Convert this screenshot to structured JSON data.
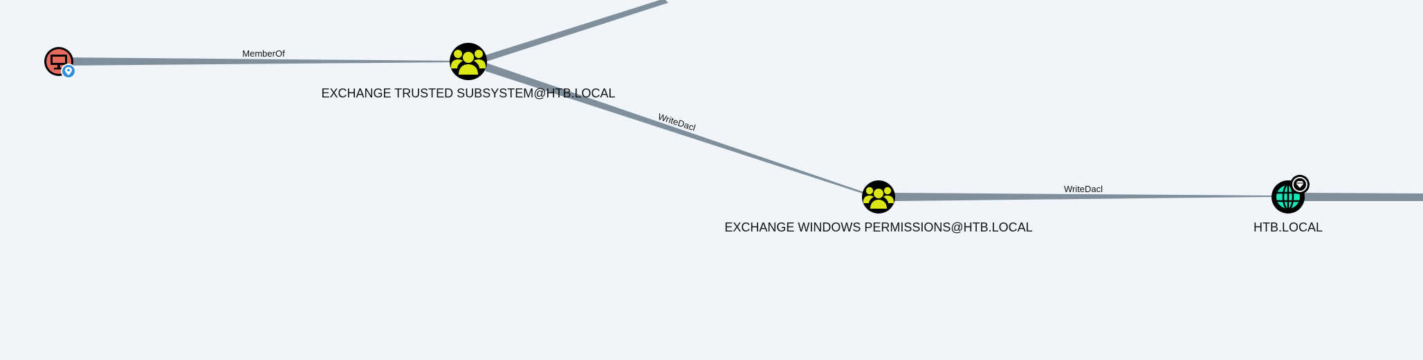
{
  "graph": {
    "nodes": [
      {
        "id": "computer",
        "kind": "computer",
        "label": "",
        "icon": "monitor-icon",
        "badge": "location-pin-icon"
      },
      {
        "id": "exchange-trusted",
        "kind": "group",
        "label": "EXCHANGE TRUSTED SUBSYSTEM@HTB.LOCAL",
        "icon": "users-icon"
      },
      {
        "id": "exchange-windows",
        "kind": "group",
        "label": "EXCHANGE WINDOWS PERMISSIONS@HTB.LOCAL",
        "icon": "users-icon"
      },
      {
        "id": "htb-local",
        "kind": "domain",
        "label": "HTB.LOCAL",
        "icon": "globe-icon",
        "badge": "gem-icon"
      }
    ],
    "edges": [
      {
        "from": "computer",
        "to": "exchange-trusted",
        "label": "MemberOf"
      },
      {
        "from": "exchange-trusted",
        "to": "exchange-windows",
        "label": "WriteDacl"
      },
      {
        "from": "exchange-windows",
        "to": "htb-local",
        "label": "WriteDacl"
      },
      {
        "from": "exchange-trusted",
        "to": "offscreen-top",
        "label": ""
      },
      {
        "from": "htb-local",
        "to": "offscreen-right",
        "label": ""
      }
    ]
  },
  "colors": {
    "background": "#f1f5f9",
    "edge": "#7f909c",
    "node_ring": "#000000",
    "computer": "#e46a5e",
    "group": "#dbe617",
    "domain": "#17e6b7",
    "badge_location": "#2f8fd8",
    "badge_gem": "#ffffff"
  }
}
